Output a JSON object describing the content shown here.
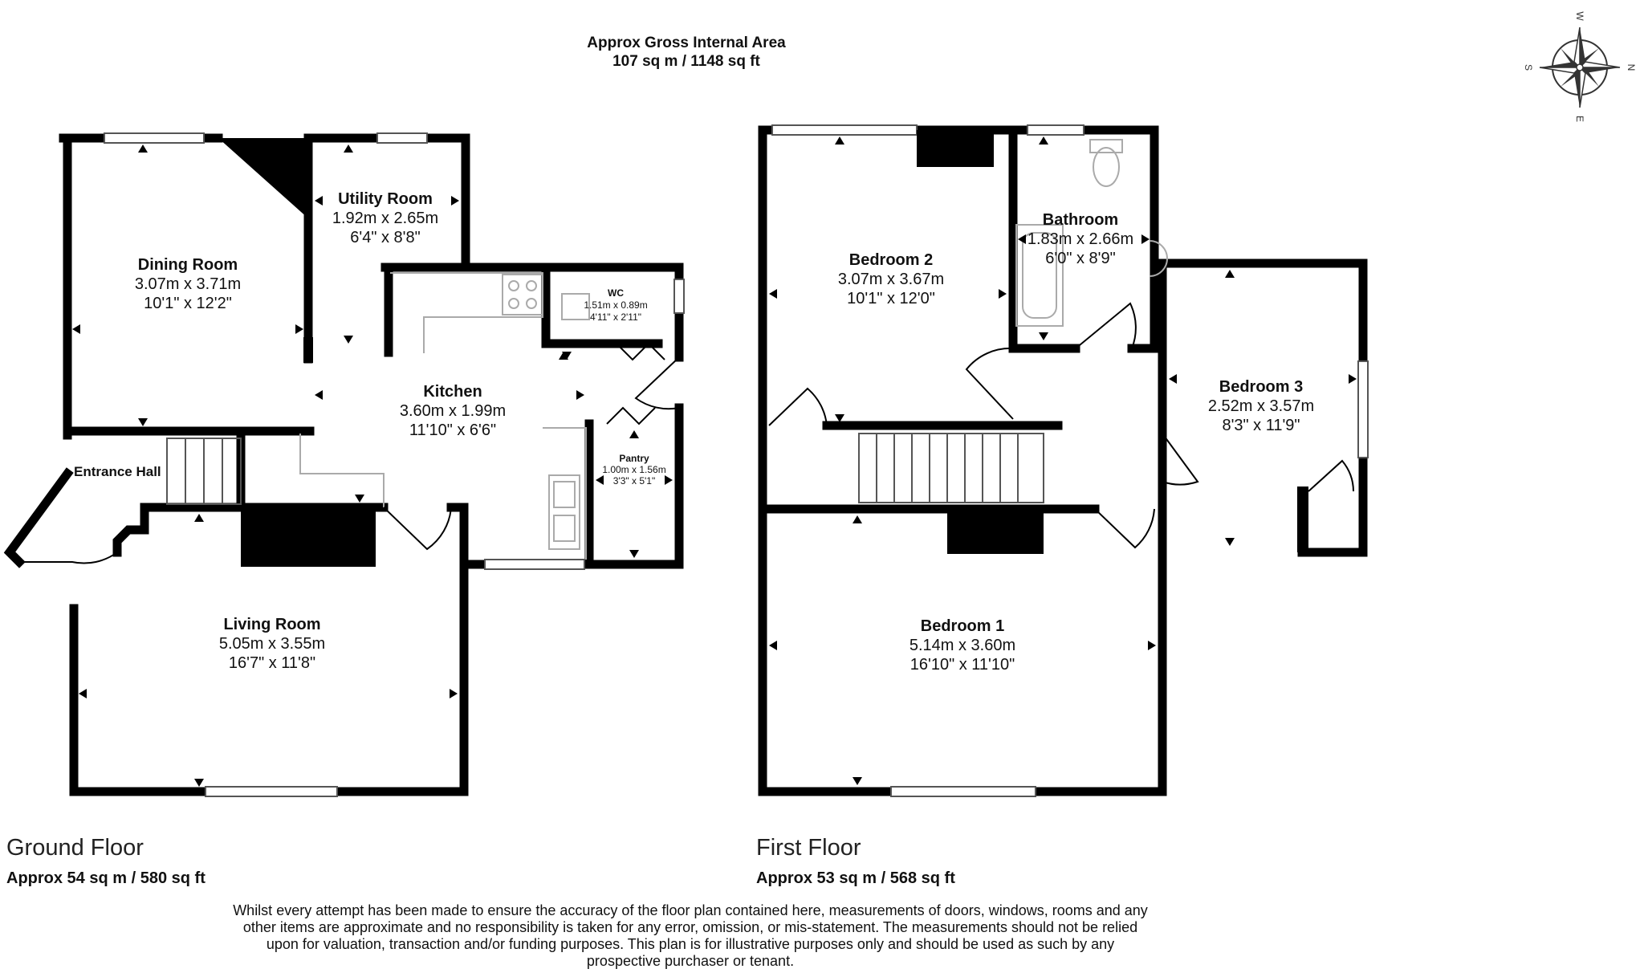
{
  "header": {
    "gia_label": "Approx Gross Internal Area",
    "gia_value": "107 sq m / 1148 sq ft"
  },
  "compass": {
    "n": "N",
    "s": "S",
    "e": "E",
    "w": "W"
  },
  "ground_floor": {
    "title": "Ground Floor",
    "area": "Approx 54 sq m / 580 sq ft",
    "rooms": {
      "dining": {
        "name": "Dining Room",
        "metric": "3.07m x 3.71m",
        "imperial": "10'1\" x 12'2\""
      },
      "utility": {
        "name": "Utility Room",
        "metric": "1.92m x 2.65m",
        "imperial": "6'4\" x 8'8\""
      },
      "kitchen": {
        "name": "Kitchen",
        "metric": "3.60m x 1.99m",
        "imperial": "11'10\" x 6'6\""
      },
      "wc": {
        "name": "WC",
        "metric": "1.51m x 0.89m",
        "imperial": "4'11\" x 2'11\""
      },
      "pantry": {
        "name": "Pantry",
        "metric": "1.00m x 1.56m",
        "imperial": "3'3\" x 5'1\""
      },
      "entrance": {
        "name": "Entrance Hall"
      },
      "living": {
        "name": "Living Room",
        "metric": "5.05m x 3.55m",
        "imperial": "16'7\" x 11'8\""
      }
    }
  },
  "first_floor": {
    "title": "First Floor",
    "area": "Approx 53 sq m / 568 sq ft",
    "rooms": {
      "bedroom2": {
        "name": "Bedroom 2",
        "metric": "3.07m x 3.67m",
        "imperial": "10'1\" x 12'0\""
      },
      "bathroom": {
        "name": "Bathroom",
        "metric": "1.83m x 2.66m",
        "imperial": "6'0\" x 8'9\""
      },
      "bedroom3": {
        "name": "Bedroom 3",
        "metric": "2.52m x 3.57m",
        "imperial": "8'3\" x 11'9\""
      },
      "bedroom1": {
        "name": "Bedroom 1",
        "metric": "5.14m x 3.60m",
        "imperial": "16'10\" x 11'10\""
      }
    }
  },
  "disclaimer": "Whilst every attempt has been made to ensure the accuracy of the floor plan contained here, measurements of doors, windows, rooms and any other items are approximate and no responsibility is taken for any error, omission, or mis-statement. The measurements should not be relied upon for valuation, transaction and/or funding purposes. This plan is for illustrative purposes only and should be used as such by any prospective purchaser or tenant."
}
